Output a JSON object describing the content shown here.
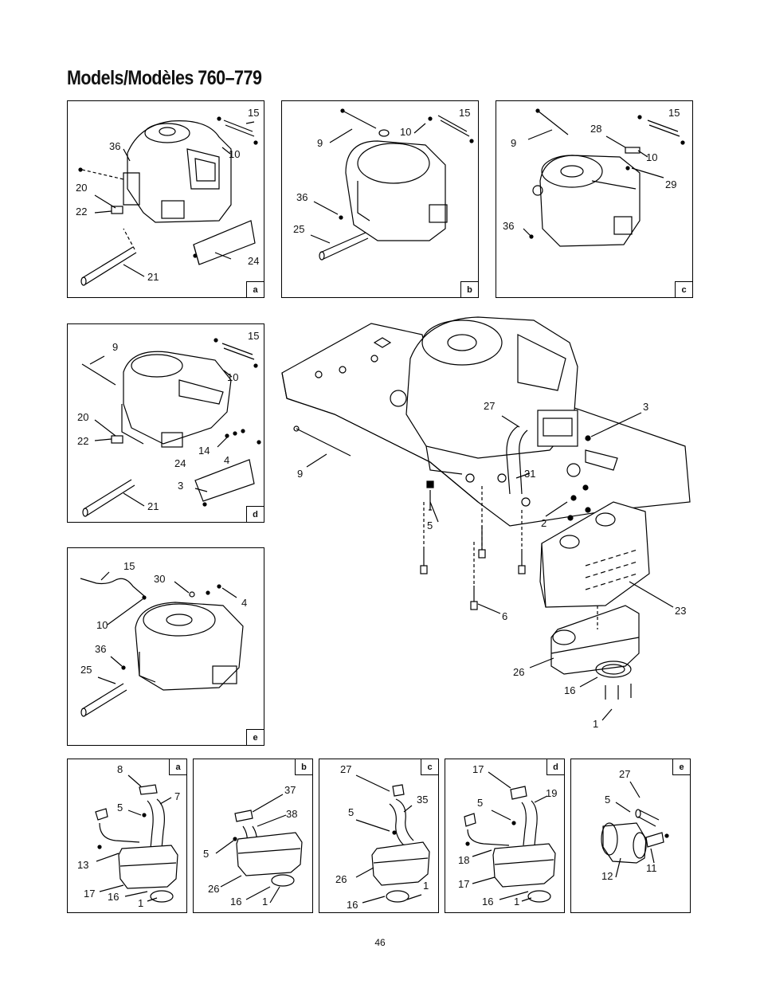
{
  "page": {
    "title": "Models/Modèles 760–779",
    "page_number": "46"
  },
  "top_panels": [
    {
      "letter": "a",
      "callouts": [
        "15",
        "36",
        "10",
        "20",
        "22",
        "24",
        "21"
      ]
    },
    {
      "letter": "b",
      "callouts": [
        "15",
        "10",
        "9",
        "36",
        "25"
      ]
    },
    {
      "letter": "c",
      "callouts": [
        "15",
        "9",
        "28",
        "10",
        "29",
        "36"
      ]
    },
    {
      "letter": "d",
      "callouts": [
        "15",
        "9",
        "10",
        "20",
        "22",
        "14",
        "4",
        "24",
        "3",
        "21"
      ]
    },
    {
      "letter": "e",
      "callouts": [
        "15",
        "30",
        "4",
        "10",
        "36",
        "25"
      ]
    }
  ],
  "main_diagram": {
    "callouts": [
      "27",
      "3",
      "9",
      "31",
      "5",
      "2",
      "23",
      "6",
      "26",
      "16",
      "1"
    ]
  },
  "bottom_panels": [
    {
      "letter": "a",
      "callouts": [
        "8",
        "7",
        "5",
        "13",
        "17",
        "16",
        "1"
      ]
    },
    {
      "letter": "b",
      "callouts": [
        "37",
        "38",
        "5",
        "26",
        "16",
        "1"
      ]
    },
    {
      "letter": "c",
      "callouts": [
        "27",
        "35",
        "5",
        "26",
        "1",
        "16"
      ]
    },
    {
      "letter": "d",
      "callouts": [
        "17",
        "19",
        "5",
        "18",
        "17",
        "16",
        "1"
      ]
    },
    {
      "letter": "e",
      "callouts": [
        "27",
        "5",
        "12",
        "11"
      ]
    }
  ]
}
